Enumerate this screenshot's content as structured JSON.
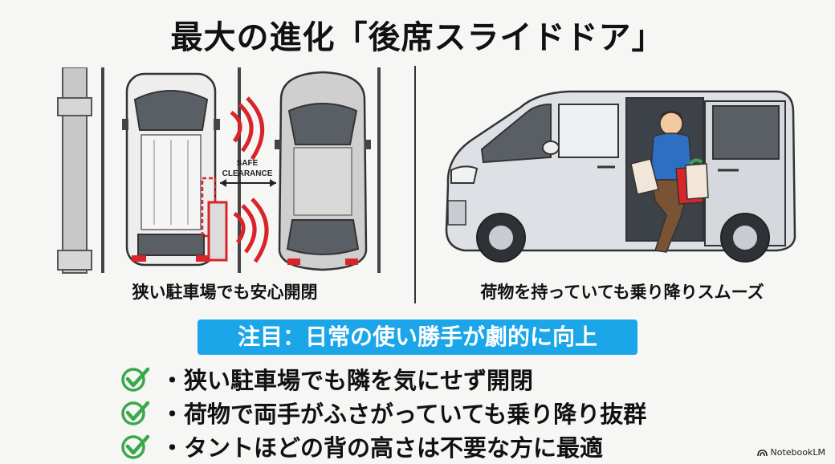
{
  "title": "最大の進化「後席スライドドア」",
  "left_panel": {
    "caption": "狭い駐車場でも安心開閉",
    "clearance_label_line1": "SAFE",
    "clearance_label_line2": "CLEARANCE"
  },
  "right_panel": {
    "caption": "荷物を持っていても乗り降りスムーズ"
  },
  "banner": "注目：日常の使い勝手が劇的に向上",
  "points": [
    "・狭い駐車場でも隣を気にせず開閉",
    "・荷物で両手がふさがっていても乗り降り抜群",
    "・タントほどの背の高さは不要な方に最適"
  ],
  "brand": "NotebookLM",
  "colors": {
    "accent": "#1aa6e8",
    "check": "#3aa84a",
    "alert_red": "#d8252a"
  }
}
